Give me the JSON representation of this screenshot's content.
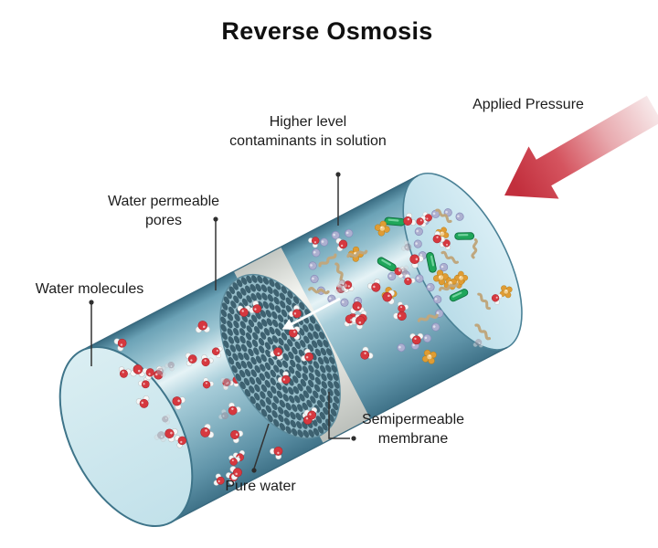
{
  "title": "Reverse Osmosis",
  "labels": {
    "applied_pressure": "Applied Pressure",
    "higher_level": {
      "line1": "Higher level",
      "line2": "contaminants in solution"
    },
    "water_permeable": {
      "line1": "Water permeable",
      "line2": "pores"
    },
    "water_molecules": "Water molecules",
    "semipermeable": {
      "line1": "Semipermeable",
      "line2": "membrane"
    },
    "pure_water": "Pure water"
  },
  "colors": {
    "title_text": "#101010",
    "label_text": "#1c1c1c",
    "connector_line": "#333333",
    "arrow_red_head": "#c22f3d",
    "arrow_red_mid": "#d5545f",
    "arrow_red_tail": "#f7e8e9",
    "flow_arrow_white": "#ffffff",
    "body_edge_dark": "#3a6d83",
    "body_upper": "#9dc6d3",
    "body_highlight": "#e6f3f6",
    "body_mid": "#aacfdb",
    "body_lower": "#5f93a8",
    "cap_fill_light": "#daeef2",
    "cap_fill": "#c2e1ea",
    "cap_stroke": "#3e7489",
    "opening_fill_left": "#b9dce8",
    "opening_fill_right": "#d9eef5",
    "opening_stroke": "#4a8196",
    "membrane_band_light": "#f3f4f0",
    "membrane_band_dark": "#c2c6c1",
    "membrane_disc_fill": "#8fb7c4",
    "membrane_pore": "#3d6170",
    "water_molecule_oxygen": "#d6383f",
    "water_molecule_hydrogen": "#f5f7f7",
    "faded_molecule": "#a595a3",
    "bacteria_rod": "#1fa65a",
    "bacteria_rod_edge": "#0f6e3e",
    "bead_chain": "#adb0d0",
    "bead_chain_edge": "#888dbb",
    "contaminant_cluster": "#e09c33",
    "contaminant_cluster_center": "#f3cd8b",
    "worm_contaminant": "#bfa77e"
  },
  "population": {
    "pure_molecules": 26,
    "pure_faded": 6,
    "mixed_molecules": 20,
    "mixed_faded": 5,
    "disc_molecules": 9,
    "opening_molecules": 4,
    "clusters_mixed": 5,
    "clusters_opening": 5,
    "rods_mixed": 3,
    "rods_opening": 2,
    "chains_mixed": 2,
    "chains_opening": 1,
    "worms_mixed": 6,
    "worms_opening": 5,
    "pore_rings": 10
  }
}
